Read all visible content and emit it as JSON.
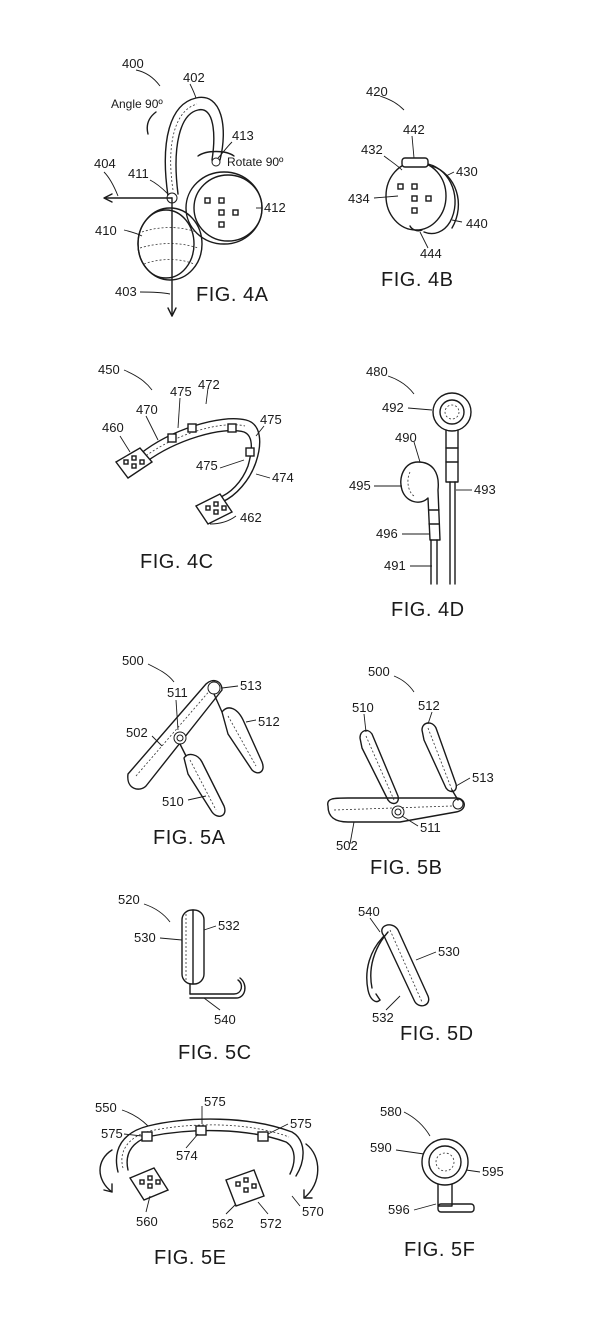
{
  "figures": {
    "fig4a": {
      "caption": "FIG. 4A",
      "refs": [
        "400",
        "402",
        "404",
        "411",
        "413",
        "410",
        "412",
        "403"
      ],
      "notes": [
        "Angle 90º",
        "Rotate 90º"
      ]
    },
    "fig4b": {
      "caption": "FIG. 4B",
      "refs": [
        "420",
        "442",
        "432",
        "430",
        "434",
        "440",
        "444"
      ]
    },
    "fig4c": {
      "caption": "FIG. 4C",
      "refs": [
        "450",
        "475",
        "472",
        "470",
        "460",
        "475",
        "475",
        "474",
        "462"
      ]
    },
    "fig4d": {
      "caption": "FIG. 4D",
      "refs": [
        "480",
        "492",
        "490",
        "495",
        "493",
        "496",
        "491"
      ]
    },
    "fig5a": {
      "caption": "FIG. 5A",
      "refs": [
        "500",
        "513",
        "511",
        "512",
        "502",
        "510"
      ]
    },
    "fig5b": {
      "caption": "FIG. 5B",
      "refs": [
        "500",
        "510",
        "512",
        "513",
        "511",
        "502"
      ]
    },
    "fig5c": {
      "caption": "FIG. 5C",
      "refs": [
        "520",
        "530",
        "532",
        "540"
      ]
    },
    "fig5d": {
      "caption": "FIG. 5D",
      "refs": [
        "540",
        "530",
        "532"
      ]
    },
    "fig5e": {
      "caption": "FIG. 5E",
      "refs": [
        "550",
        "575",
        "575",
        "575",
        "574",
        "560",
        "562",
        "572",
        "570"
      ]
    },
    "fig5f": {
      "caption": "FIG. 5F",
      "refs": [
        "580",
        "590",
        "595",
        "596"
      ]
    }
  }
}
